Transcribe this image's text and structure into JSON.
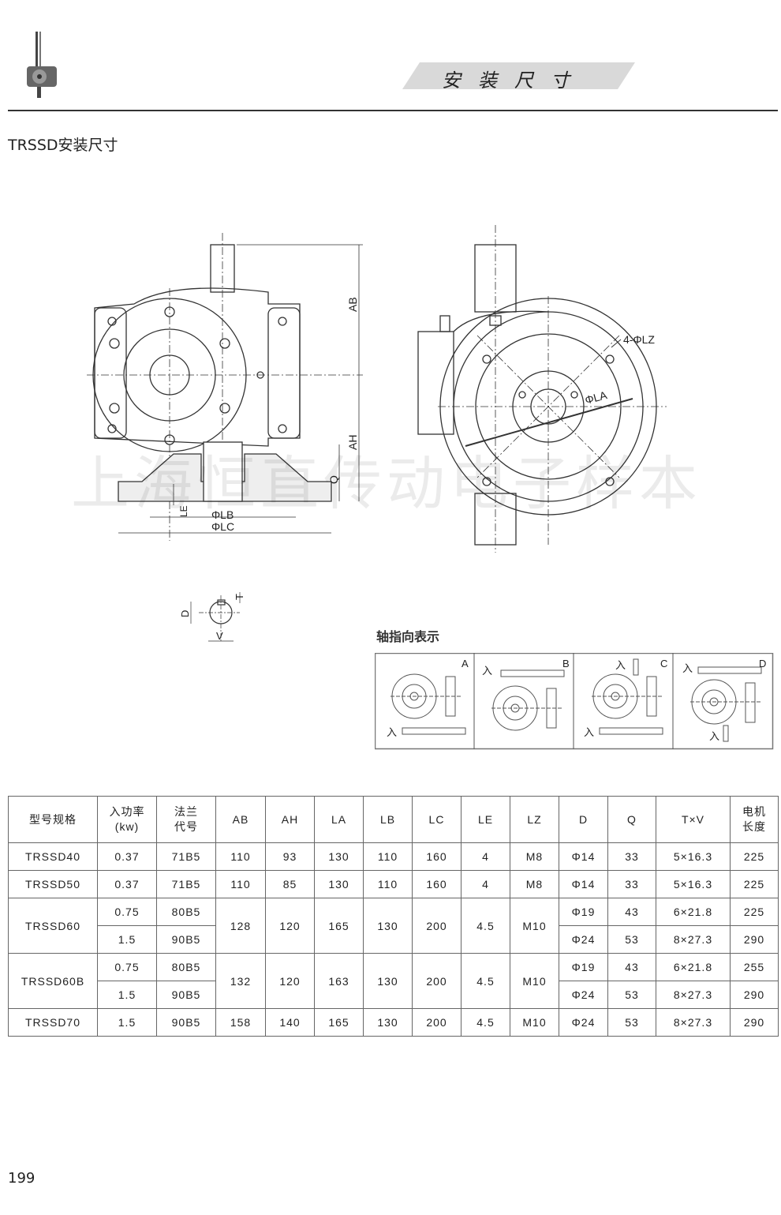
{
  "header": {
    "banner_title": "安装尺寸"
  },
  "section_title": "TRSSD安装尺寸",
  "watermark": "上海恒直传动电子样本",
  "drawing_labels": {
    "ab": "AB",
    "ah": "AH",
    "q": "Q",
    "le": "LE",
    "lb": "ΦLB",
    "lc": "ΦLC",
    "lz": "4-ΦLZ",
    "la": "ΦLA",
    "d": "D",
    "t": "T",
    "v": "V"
  },
  "axis_direction": {
    "title": "轴指向表示",
    "input_marker": "入",
    "panels": [
      "A",
      "B",
      "C",
      "D"
    ]
  },
  "table": {
    "headers": [
      "型号规格",
      "入功率\n(kw)",
      "法兰\n代号",
      "AB",
      "AH",
      "LA",
      "LB",
      "LC",
      "LE",
      "LZ",
      "D",
      "Q",
      "T×V",
      "电机\n长度"
    ],
    "rows": [
      {
        "model": "TRSSD40",
        "variants": [
          {
            "power": "0.37",
            "flange": "71B5",
            "d": "Φ14",
            "q": "33",
            "tv": "5×16.3",
            "motor_len": "225"
          }
        ],
        "ab": "110",
        "ah": "93",
        "la": "130",
        "lb": "110",
        "lc": "160",
        "le": "4",
        "lz": "M8"
      },
      {
        "model": "TRSSD50",
        "variants": [
          {
            "power": "0.37",
            "flange": "71B5",
            "d": "Φ14",
            "q": "33",
            "tv": "5×16.3",
            "motor_len": "225"
          }
        ],
        "ab": "110",
        "ah": "85",
        "la": "130",
        "lb": "110",
        "lc": "160",
        "le": "4",
        "lz": "M8"
      },
      {
        "model": "TRSSD60",
        "variants": [
          {
            "power": "0.75",
            "flange": "80B5",
            "d": "Φ19",
            "q": "43",
            "tv": "6×21.8",
            "motor_len": "225"
          },
          {
            "power": "1.5",
            "flange": "90B5",
            "d": "Φ24",
            "q": "53",
            "tv": "8×27.3",
            "motor_len": "290"
          }
        ],
        "ab": "128",
        "ah": "120",
        "la": "165",
        "lb": "130",
        "lc": "200",
        "le": "4.5",
        "lz": "M10"
      },
      {
        "model": "TRSSD60B",
        "variants": [
          {
            "power": "0.75",
            "flange": "80B5",
            "d": "Φ19",
            "q": "43",
            "tv": "6×21.8",
            "motor_len": "255"
          },
          {
            "power": "1.5",
            "flange": "90B5",
            "d": "Φ24",
            "q": "53",
            "tv": "8×27.3",
            "motor_len": "290"
          }
        ],
        "ab": "132",
        "ah": "120",
        "la": "163",
        "lb": "130",
        "lc": "200",
        "le": "4.5",
        "lz": "M10"
      },
      {
        "model": "TRSSD70",
        "variants": [
          {
            "power": "1.5",
            "flange": "90B5",
            "d": "Φ24",
            "q": "53",
            "tv": "8×27.3",
            "motor_len": "290"
          }
        ],
        "ab": "158",
        "ah": "140",
        "la": "165",
        "lb": "130",
        "lc": "200",
        "le": "4.5",
        "lz": "M10"
      }
    ]
  },
  "page_number": "199"
}
